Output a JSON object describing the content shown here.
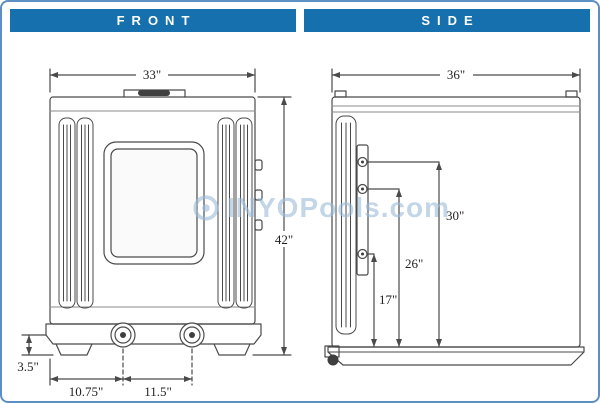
{
  "headers": {
    "front": "FRONT",
    "side": "SIDE"
  },
  "front_view": {
    "width": "33\"",
    "height": "42\"",
    "base_height": "3.5\"",
    "left_port_offset": "10.75\"",
    "port_spacing": "11.5\""
  },
  "side_view": {
    "width": "36\"",
    "upper_connection_height": "30\"",
    "middle_connection_height": "26\"",
    "lower_connection_height": "17\""
  },
  "watermark": "INYOPools.com",
  "colors": {
    "header_background": "#1570ad",
    "page_border": "#5e8fc4",
    "drawing_line": "#4a4a4a",
    "watermark": "#9cbcd8"
  }
}
